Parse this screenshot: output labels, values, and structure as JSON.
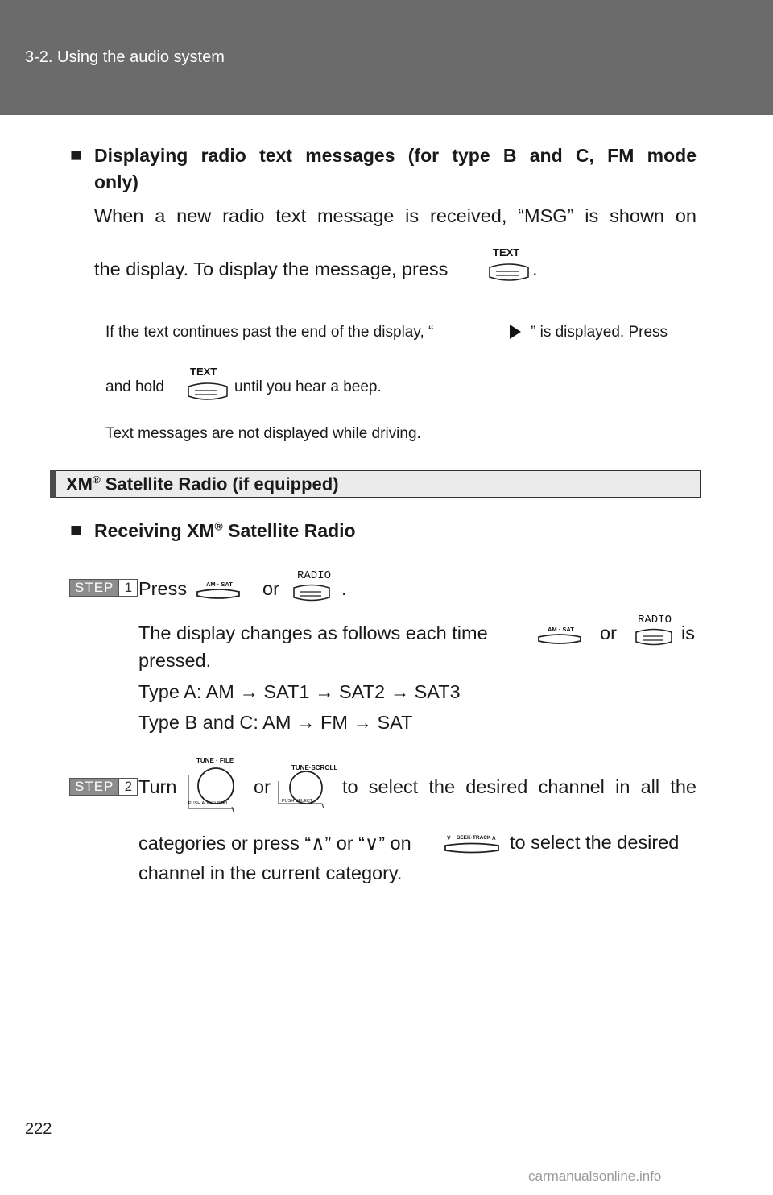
{
  "header": {
    "section": "3-2. Using the audio system"
  },
  "radio_text": {
    "heading_line1": "Displaying radio text messages (for type B and C, FM mode",
    "heading_line2": "only)",
    "para_line1": "When a new radio text message is received, “MSG” is shown on",
    "para_line2_pre": "the display. To display the message, press",
    "para_line2_post": ".",
    "note1_line1_pre": "If the text continues past the end of the display, “",
    "note1_line1_post": "” is displayed. Press",
    "note1_line2_pre": "and hold",
    "note1_line2_post": "until you hear a beep.",
    "note2": "Text messages are not displayed while driving."
  },
  "section": {
    "title_pre": "XM",
    "title_reg": "®",
    "title_post": " Satellite Radio (if equipped)"
  },
  "receiving": {
    "heading_pre": "Receiving XM",
    "heading_reg": "®",
    "heading_post": " Satellite Radio"
  },
  "step1": {
    "label": "STEP",
    "num": "1",
    "press": "Press",
    "or": "or",
    "end": ".",
    "line_a_pre": "The display changes as follows each time",
    "line_a_or": "or",
    "line_a_post": "is",
    "line_b": "pressed.",
    "type_a": "Type A: AM → SAT1 → SAT2 → SAT3",
    "type_bc": "Type B and C: AM → FM → SAT"
  },
  "step2": {
    "label": "STEP",
    "num": "2",
    "turn": "Turn",
    "or": "or",
    "line1_post": "to select the desired channel in all the",
    "line2_pre": "categories or press “∧” or “∨” on",
    "line2_post": "to select the desired",
    "line3": "channel in the current category."
  },
  "icons": {
    "text_label": "TEXT",
    "radio_label": "RADIO",
    "amsat_label": "AM · SAT",
    "tunefile_label": "TUNE · FILE",
    "tunefile_sub": "PUSH AUDIO CTRL",
    "tunescroll_label": "TUNE·SCROLL",
    "tunescroll_sub": "PUSH SELECT",
    "seektrack_label": "SEEK·TRACK"
  },
  "page_number": "222",
  "watermark": "carmanualsonline.info"
}
